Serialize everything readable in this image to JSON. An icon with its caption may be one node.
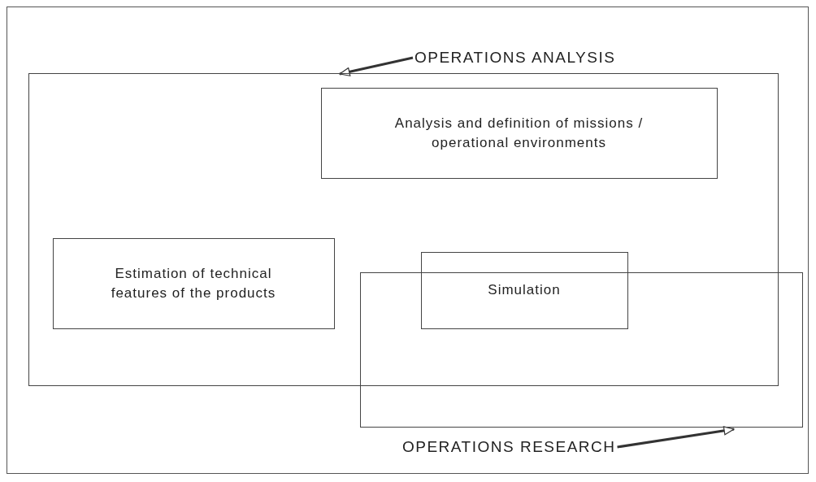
{
  "diagram": {
    "nodes": [
      {
        "text": [
          "OPERATIONS ANALYSIS"
        ]
      },
      {
        "text": [],
        "shape": "box"
      },
      {
        "text": [
          "Analysis and definition of missions / operational environments"
        ],
        "in": 1
      },
      {
        "text": [
          "Estimation of technical features of the products"
        ],
        "in": 1
      },
      {
        "text": [
          "Simulation"
        ],
        "in": 1
      },
      {
        "text": [],
        "shape": "box"
      },
      {
        "text": [
          "OPERATIONS RESEARCH"
        ]
      }
    ],
    "edges": [
      {
        "from": 0,
        "to": 1,
        "arrow": "to"
      },
      {
        "from": 6,
        "to": 5,
        "arrow": "to"
      }
    ]
  }
}
